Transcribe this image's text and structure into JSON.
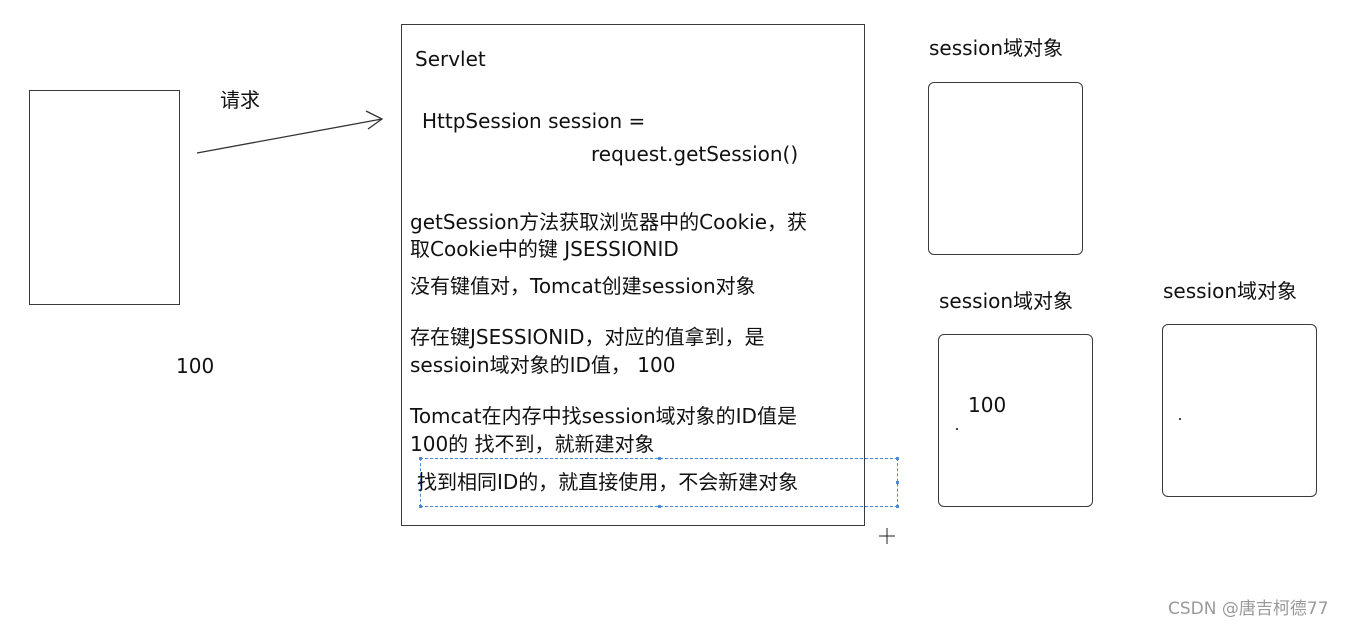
{
  "client": {
    "request_label": "请求",
    "session_id_value": "100"
  },
  "servlet": {
    "title": "Servlet",
    "code_line_1": "HttpSession session =",
    "code_line_2": "request.getSession()",
    "desc_1_line_1": "getSession方法获取浏览器中的Cookie，获",
    "desc_1_line_2": "取Cookie中的键 JSESSIONID",
    "desc_2": "没有键值对，Tomcat创建session对象",
    "desc_3_line_1": "存在键JSESSIONID，对应的值拿到，是",
    "desc_3_line_2": "sessioin域对象的ID值， 100",
    "desc_4_line_1": "Tomcat在内存中找session域对象的ID值是",
    "desc_4_line_2": "100的   找不到，就新建对象",
    "desc_5": "找到相同ID的，就直接使用，不会新建对象"
  },
  "session_objects": [
    {
      "label": "session域对象",
      "content": ""
    },
    {
      "label": "session域对象",
      "content": "100"
    },
    {
      "label": "session域对象",
      "content": ""
    }
  ],
  "watermark": "CSDN @唐吉柯德77"
}
